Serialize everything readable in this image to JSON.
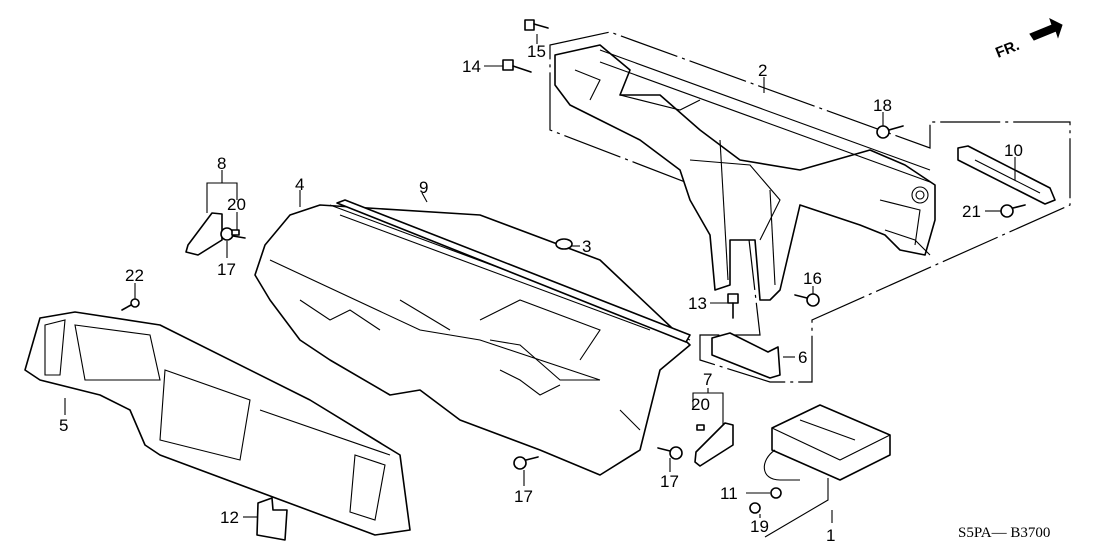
{
  "diagram": {
    "diagram_code": "S5PA— B3700",
    "direction_indicator": {
      "label": "FR.",
      "icon": "front-arrow-icon"
    },
    "callouts": {
      "c1": "1",
      "c2": "2",
      "c3": "3",
      "c4": "4",
      "c5": "5",
      "c6": "6",
      "c7": "7",
      "c8": "8",
      "c9": "9",
      "c10": "10",
      "c11": "11",
      "c12": "12",
      "c13": "13",
      "c14": "14",
      "c15": "15",
      "c16": "16",
      "c17a": "17",
      "c17b": "17",
      "c17c": "17",
      "c18": "18",
      "c19": "19",
      "c20a": "20",
      "c20b": "20",
      "c21": "21",
      "c22": "22"
    }
  }
}
